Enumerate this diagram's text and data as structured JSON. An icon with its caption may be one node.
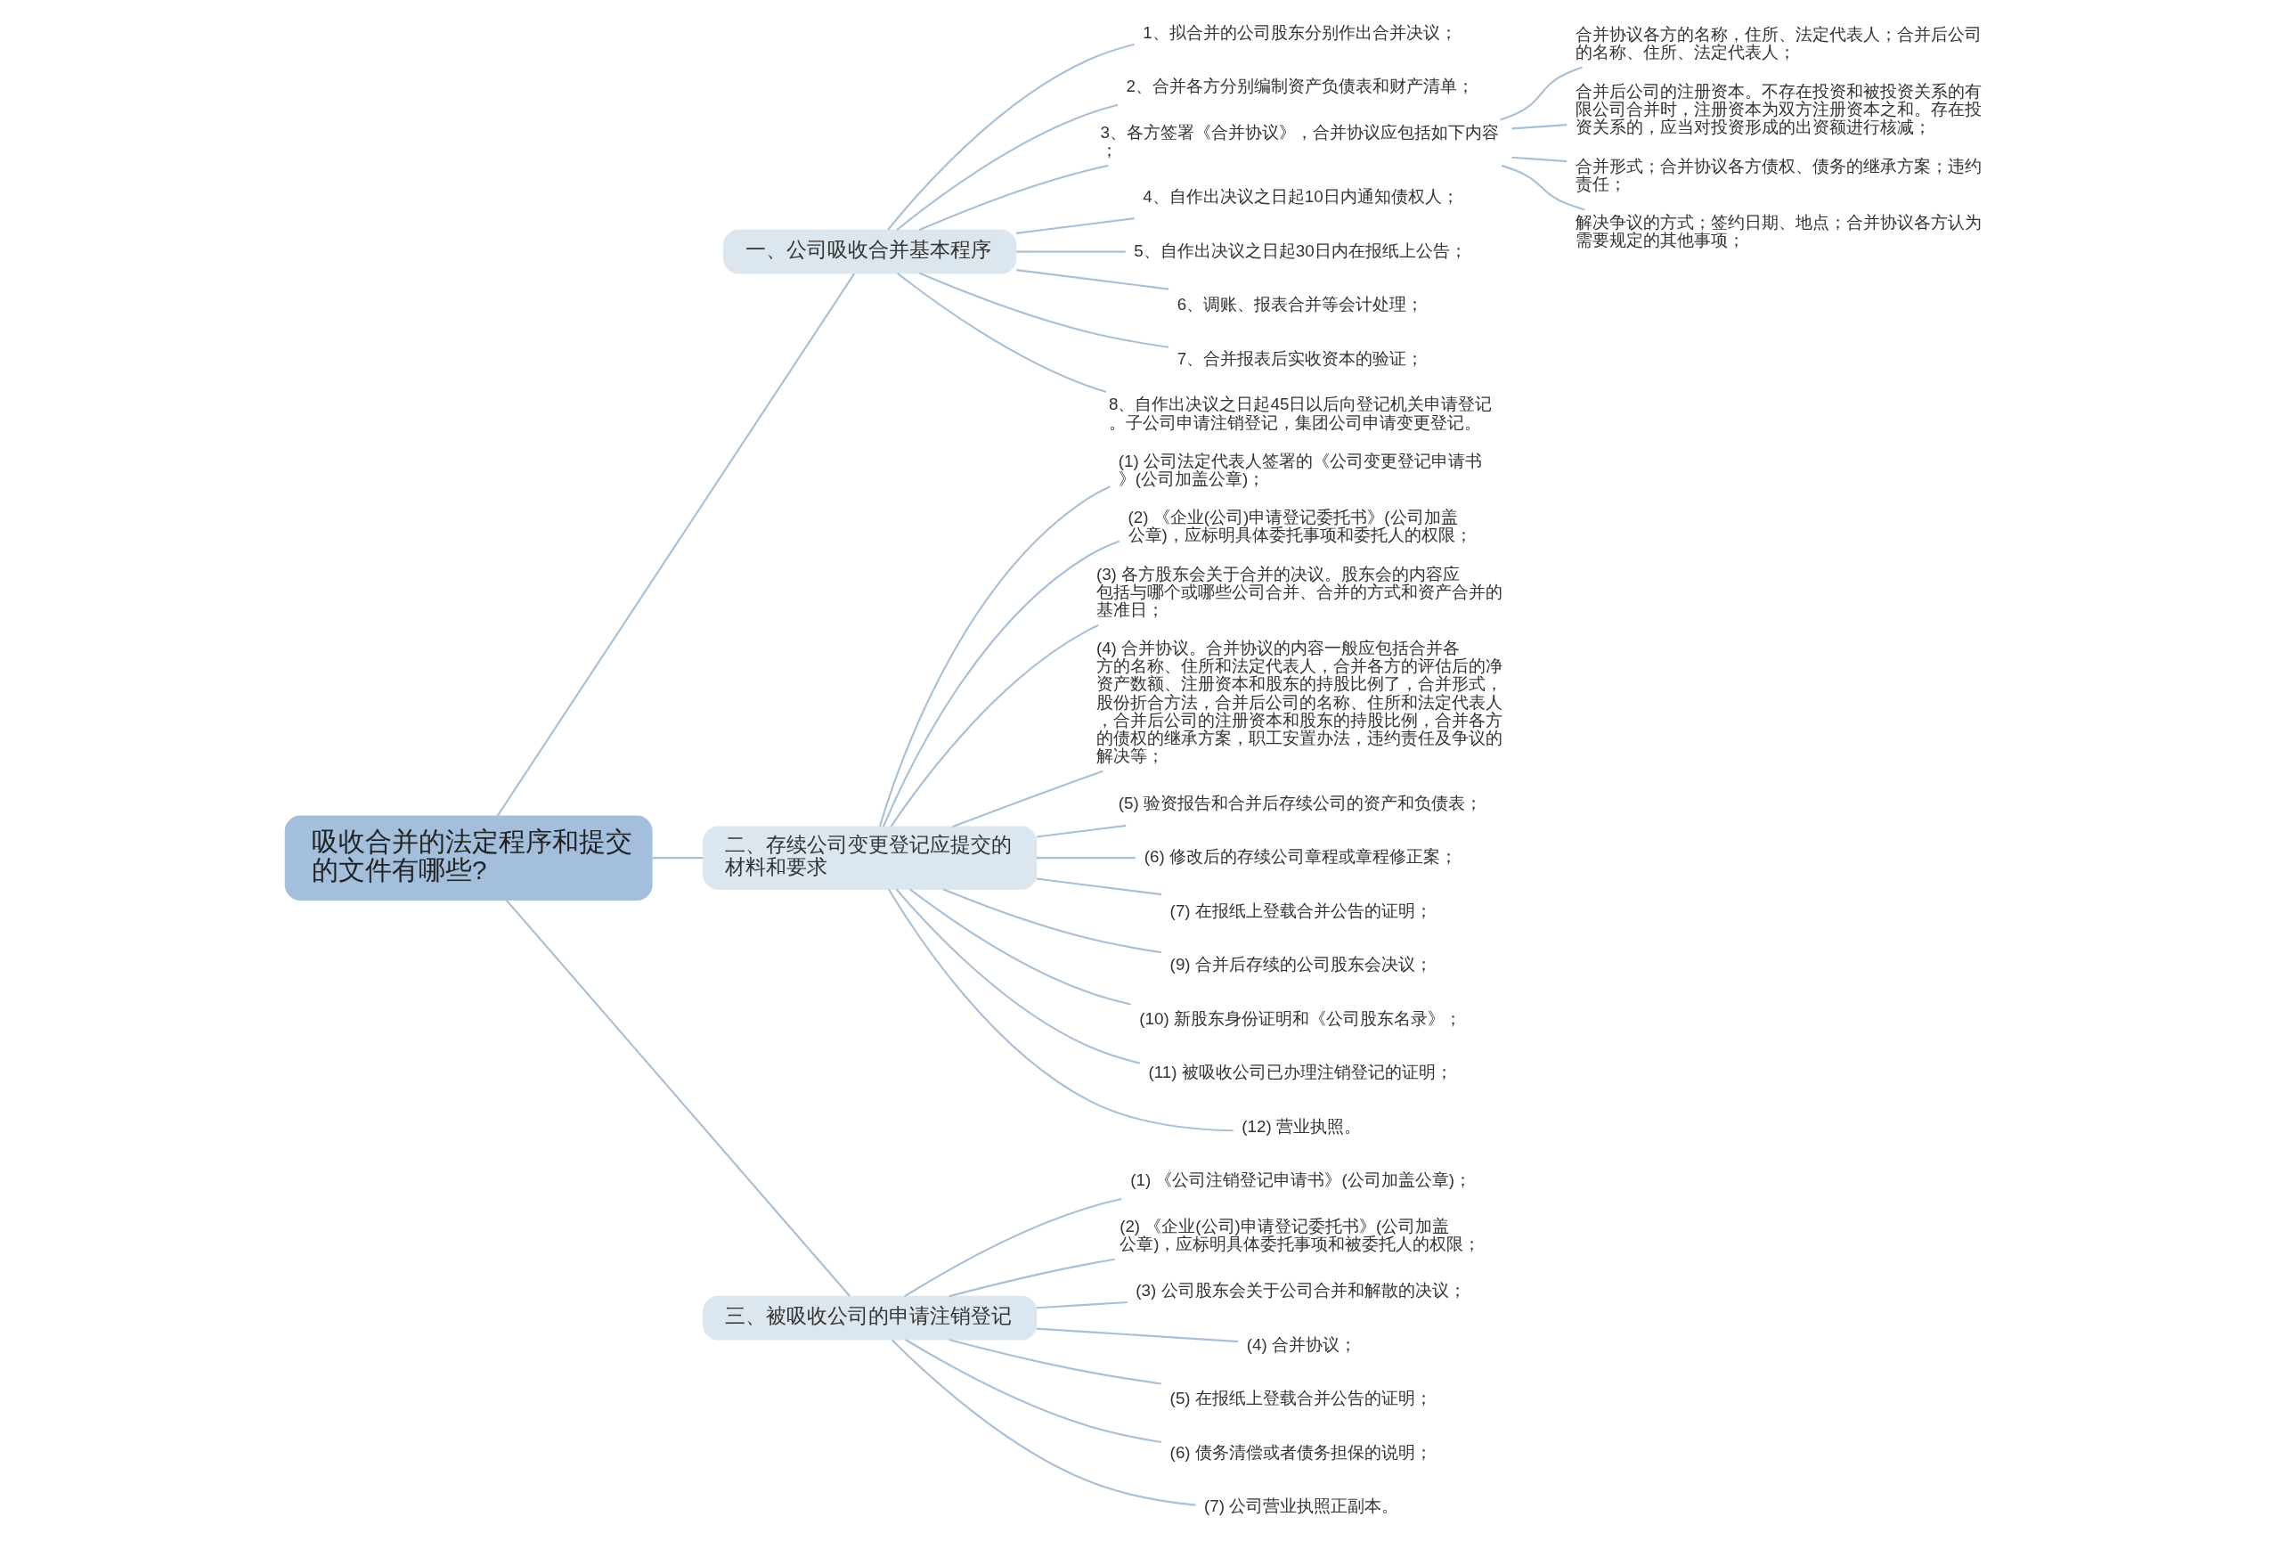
{
  "diagram": {
    "nodes": [
      {
        "text": [
          "吸收合并的法定程序和提交的文件有哪些?"
        ]
      },
      {
        "text": [
          "一、公司吸收合并基本程序"
        ]
      },
      {
        "text": [
          "1、拟合并的公司股东分别作出合并决议；"
        ]
      },
      {
        "text": [
          "2、合并各方分别编制资产负债表和财产清单；"
        ]
      },
      {
        "text": [
          "3、各方签署《合并协议》，合并协议应包括如下内容；"
        ]
      },
      {
        "text": [
          "合并协议各方的名称，住所、法定代表人；合并后公司的名称、住所、法定代表人；"
        ]
      },
      {
        "text": [
          "合并后公司的注册资本。不存在投资和被投资关系的有限公司合并时，注册资本为双方注册资本之和。存在投资关系的，应当对投资形成的出资额进行核减；"
        ]
      },
      {
        "text": [
          "合并形式；合并协议各方债权、债务的继承方案；违约责任；"
        ]
      },
      {
        "text": [
          "解决争议的方式；签约日期、地点；合并协议各方认为需要规定的其他事项；"
        ]
      },
      {
        "text": [
          "4、自作出决议之日起10日内通知债权人；"
        ]
      },
      {
        "text": [
          "5、自作出决议之日起30日内在报纸上公告；"
        ]
      },
      {
        "text": [
          "6、调账、报表合并等会计处理；"
        ]
      },
      {
        "text": [
          "7、合并报表后实收资本的验证；"
        ]
      },
      {
        "text": [
          "8、自作出决议之日起45日以后向登记机关申请登记。子公司申请注销登记，集团公司申请变更登记。"
        ]
      },
      {
        "text": [
          "二、存续公司变更登记应提交的材料和要求"
        ]
      },
      {
        "text": [
          "(1) 公司法定代表人签署的《公司变更登记申请书》(公司加盖公章)；"
        ]
      },
      {
        "text": [
          "(2) 《企业(公司)申请登记委托书》(公司加盖公章)，应标明具体委托事项和委托人的权限；"
        ]
      },
      {
        "text": [
          "(3) 各方股东会关于合并的决议。股东会的内容应包括与哪个或哪些公司合并、合并的方式和资产合并的基准日；"
        ]
      },
      {
        "text": [
          "(4) 合并协议。合并协议的内容一般应包括合并各方的名称、住所和法定代表人，合并各方的评估后的净资产数额、注册资本和股东的持股比例了，合并形式，股份折合方法，合并后公司的名称、住所和法定代表人，合并后公司的注册资本和股东的持股比例，合并各方的债权的继承方案，职工安置办法，违约责任及争议的解决等；"
        ]
      },
      {
        "text": [
          "(5) 验资报告和合并后存续公司的资产和负债表；"
        ]
      },
      {
        "text": [
          "(6) 修改后的存续公司章程或章程修正案；"
        ]
      },
      {
        "text": [
          "(7) 在报纸上登载合并公告的证明；"
        ]
      },
      {
        "text": [
          "(9) 合并后存续的公司股东会决议；"
        ]
      },
      {
        "text": [
          "(10) 新股东身份证明和《公司股东名录》；"
        ]
      },
      {
        "text": [
          "(11) 被吸收公司已办理注销登记的证明；"
        ]
      },
      {
        "text": [
          "(12) 营业执照。"
        ]
      },
      {
        "text": [
          "三、被吸收公司的申请注销登记"
        ]
      },
      {
        "text": [
          "(1) 《公司注销登记申请书》(公司加盖公章)；"
        ]
      },
      {
        "text": [
          "(2) 《企业(公司)申请登记委托书》(公司加盖公章)，应标明具体委托事项和被委托人的权限；"
        ]
      },
      {
        "text": [
          "(3) 公司股东会关于公司合并和解散的决议；"
        ]
      },
      {
        "text": [
          "(4) 合并协议；"
        ]
      },
      {
        "text": [
          "(5) 在报纸上登载合并公告的证明；"
        ]
      },
      {
        "text": [
          "(6) 债务清偿或者债务担保的说明；"
        ]
      },
      {
        "text": [
          "(7) 公司营业执照正副本。"
        ]
      }
    ],
    "edges": [
      {
        "from": 0,
        "to": 1,
        "arrow": "none"
      },
      {
        "from": 1,
        "to": 2,
        "arrow": "none"
      },
      {
        "from": 1,
        "to": 3,
        "arrow": "none"
      },
      {
        "from": 1,
        "to": 4,
        "arrow": "none"
      },
      {
        "from": 4,
        "to": 5,
        "arrow": "none"
      },
      {
        "from": 4,
        "to": 6,
        "arrow": "none"
      },
      {
        "from": 4,
        "to": 7,
        "arrow": "none"
      },
      {
        "from": 4,
        "to": 8,
        "arrow": "none"
      },
      {
        "from": 1,
        "to": 9,
        "arrow": "none"
      },
      {
        "from": 1,
        "to": 10,
        "arrow": "none"
      },
      {
        "from": 1,
        "to": 11,
        "arrow": "none"
      },
      {
        "from": 1,
        "to": 12,
        "arrow": "none"
      },
      {
        "from": 1,
        "to": 13,
        "arrow": "none"
      },
      {
        "from": 0,
        "to": 14,
        "arrow": "none"
      },
      {
        "from": 14,
        "to": 15,
        "arrow": "none"
      },
      {
        "from": 14,
        "to": 16,
        "arrow": "none"
      },
      {
        "from": 14,
        "to": 17,
        "arrow": "none"
      },
      {
        "from": 14,
        "to": 18,
        "arrow": "none"
      },
      {
        "from": 14,
        "to": 19,
        "arrow": "none"
      },
      {
        "from": 14,
        "to": 20,
        "arrow": "none"
      },
      {
        "from": 14,
        "to": 21,
        "arrow": "none"
      },
      {
        "from": 14,
        "to": 22,
        "arrow": "none"
      },
      {
        "from": 14,
        "to": 23,
        "arrow": "none"
      },
      {
        "from": 14,
        "to": 24,
        "arrow": "none"
      },
      {
        "from": 14,
        "to": 25,
        "arrow": "none"
      },
      {
        "from": 0,
        "to": 26,
        "arrow": "none"
      },
      {
        "from": 26,
        "to": 27,
        "arrow": "none"
      },
      {
        "from": 26,
        "to": 28,
        "arrow": "none"
      },
      {
        "from": 26,
        "to": 29,
        "arrow": "none"
      },
      {
        "from": 26,
        "to": 30,
        "arrow": "none"
      },
      {
        "from": 26,
        "to": 31,
        "arrow": "none"
      },
      {
        "from": 26,
        "to": 32,
        "arrow": "none"
      },
      {
        "from": 26,
        "to": 33,
        "arrow": "none"
      }
    ]
  }
}
